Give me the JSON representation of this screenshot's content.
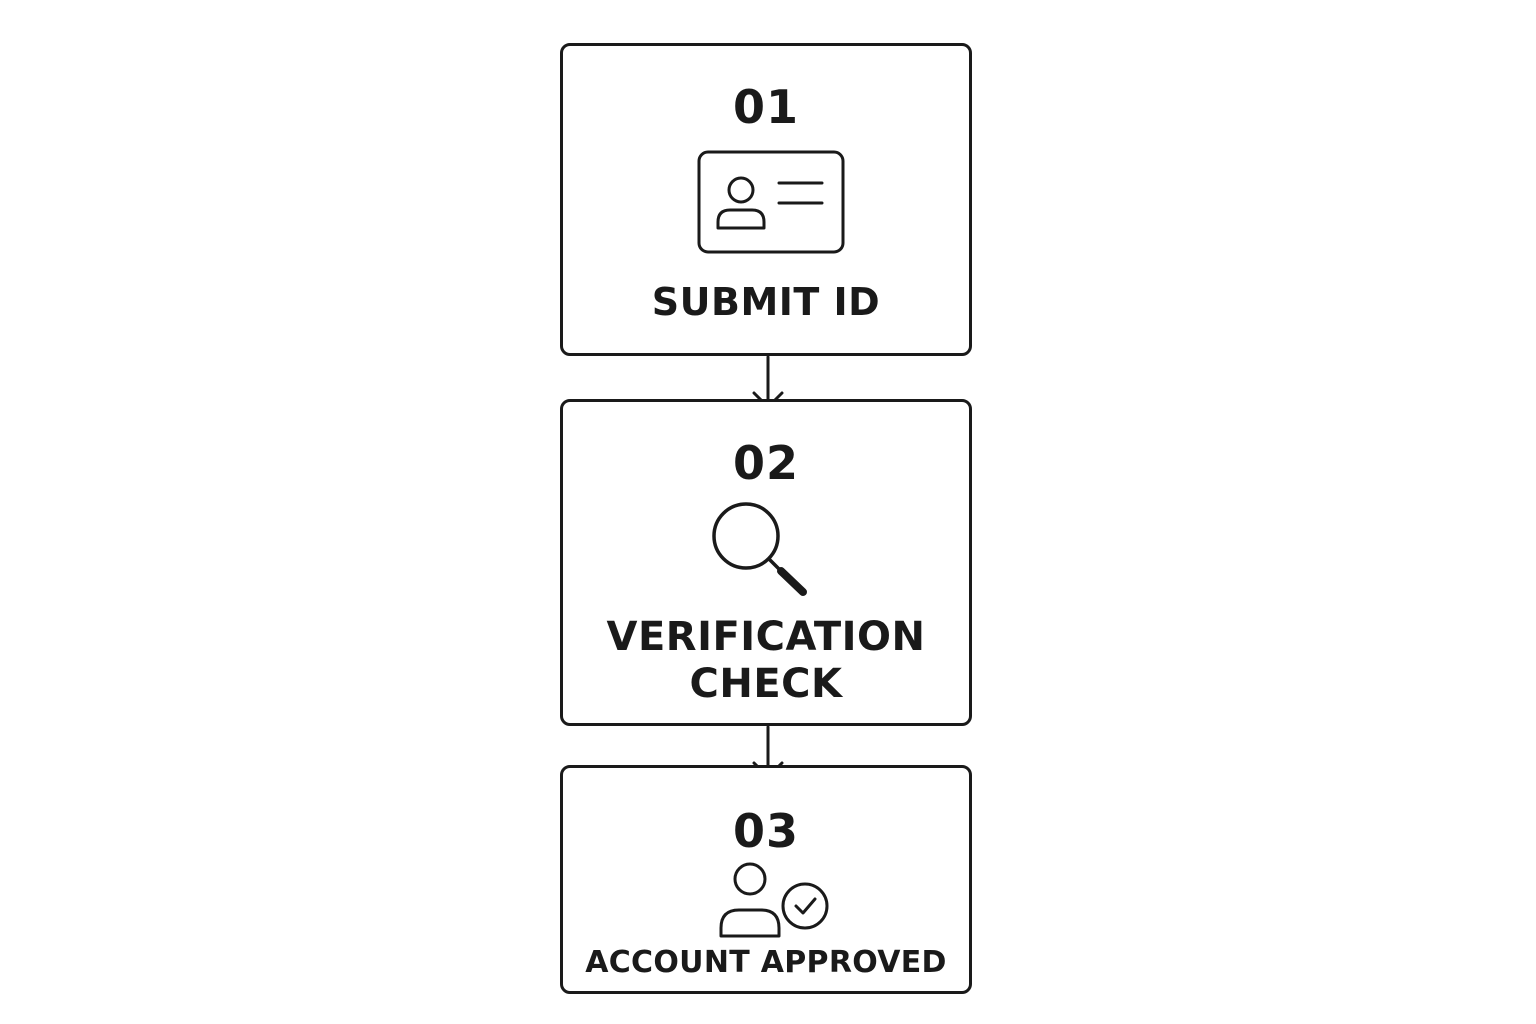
{
  "steps": [
    {
      "number": "01",
      "label_lines": [
        "SUBMIT ID"
      ],
      "icon": "id-card-icon"
    },
    {
      "number": "02",
      "label_lines": [
        "VERIFICATION",
        "CHECK"
      ],
      "icon": "magnifier-icon"
    },
    {
      "number": "03",
      "label_lines": [
        "ACCOUNT APPROVED"
      ],
      "icon": "user-check-icon"
    }
  ],
  "colors": {
    "stroke": "#1a1a1a",
    "background": "#ffffff"
  }
}
